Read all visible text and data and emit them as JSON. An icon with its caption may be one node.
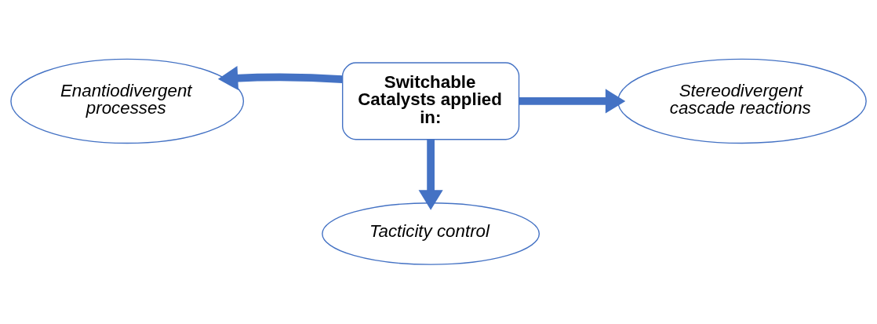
{
  "diagram": {
    "nodes": [
      {
        "text": [
          "Switchable Catalysts applied in:"
        ]
      },
      {
        "text": [
          "Enantiodivergent processes"
        ]
      },
      {
        "text": [
          "Stereodivergent cascade reactions"
        ]
      },
      {
        "text": [
          "Tacticity control"
        ]
      }
    ],
    "edges": [
      {
        "from": 0,
        "to": 1,
        "arrow": "to"
      },
      {
        "from": 0,
        "to": 2,
        "arrow": "to"
      },
      {
        "from": 0,
        "to": 3,
        "arrow": "to"
      }
    ]
  }
}
